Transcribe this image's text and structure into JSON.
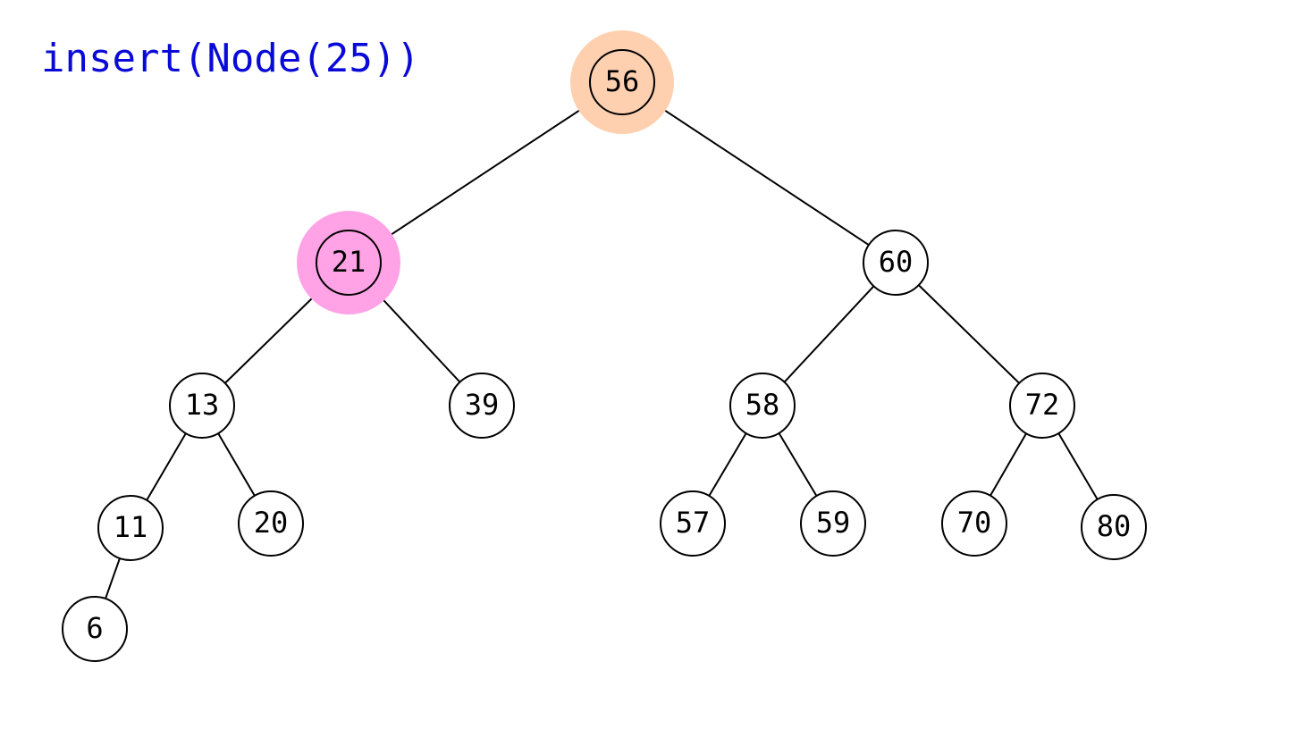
{
  "operation": {
    "text": "insert(Node(25))",
    "color": "#0a0ad8"
  },
  "highlight_colors": {
    "root": "#ffd0b0",
    "current": "#ffa3e6"
  },
  "tree": {
    "nodes": [
      {
        "id": "n56",
        "label": "56",
        "highlight": "root"
      },
      {
        "id": "n21",
        "label": "21",
        "highlight": "current"
      },
      {
        "id": "n60",
        "label": "60"
      },
      {
        "id": "n13",
        "label": "13"
      },
      {
        "id": "n39",
        "label": "39"
      },
      {
        "id": "n58",
        "label": "58"
      },
      {
        "id": "n72",
        "label": "72"
      },
      {
        "id": "n11",
        "label": "11"
      },
      {
        "id": "n20",
        "label": "20"
      },
      {
        "id": "n57",
        "label": "57"
      },
      {
        "id": "n59",
        "label": "59"
      },
      {
        "id": "n70",
        "label": "70"
      },
      {
        "id": "n80",
        "label": "80"
      },
      {
        "id": "n6",
        "label": "6"
      }
    ],
    "edges": [
      [
        "n56",
        "n21"
      ],
      [
        "n56",
        "n60"
      ],
      [
        "n21",
        "n13"
      ],
      [
        "n21",
        "n39"
      ],
      [
        "n60",
        "n58"
      ],
      [
        "n60",
        "n72"
      ],
      [
        "n13",
        "n11"
      ],
      [
        "n13",
        "n20"
      ],
      [
        "n58",
        "n57"
      ],
      [
        "n58",
        "n59"
      ],
      [
        "n72",
        "n70"
      ],
      [
        "n72",
        "n80"
      ],
      [
        "n11",
        "n6"
      ]
    ]
  }
}
